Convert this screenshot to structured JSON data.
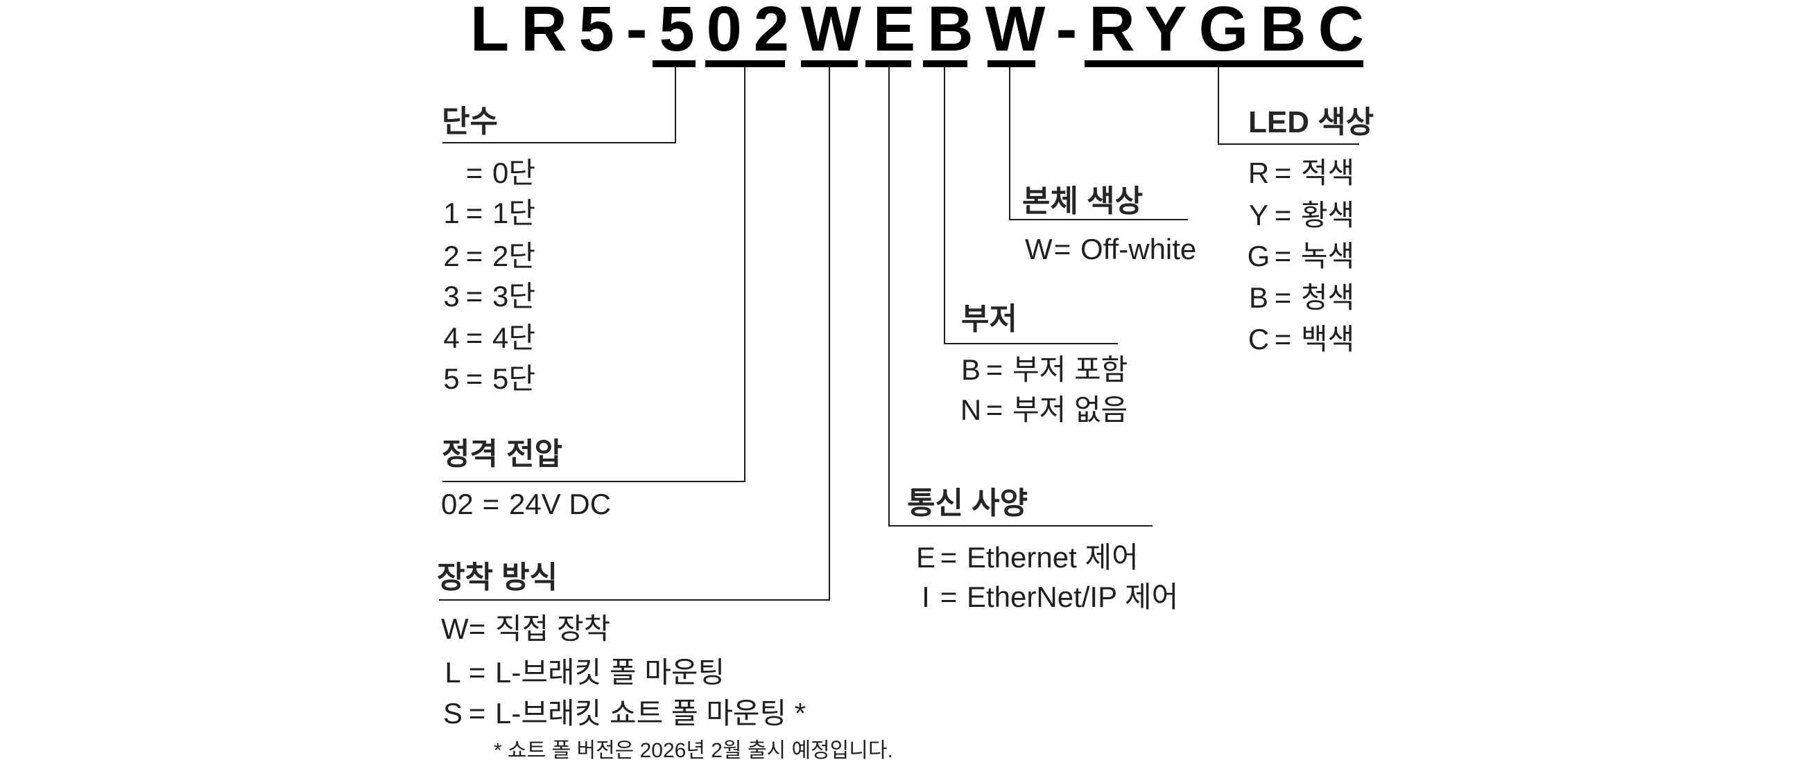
{
  "model": {
    "number": "LR5-502WEBW-RYGBC"
  },
  "equals_sign": "=",
  "sections": {
    "tiers": {
      "heading": "단수",
      "items": [
        {
          "code": "",
          "value": "0단"
        },
        {
          "code": "1",
          "value": "1단"
        },
        {
          "code": "2",
          "value": "2단"
        },
        {
          "code": "3",
          "value": "3단"
        },
        {
          "code": "4",
          "value": "4단"
        },
        {
          "code": "5",
          "value": "5단"
        }
      ]
    },
    "rated_voltage": {
      "heading": "정격 전압",
      "items": [
        {
          "code": "02",
          "value": "24V DC"
        }
      ]
    },
    "mounting": {
      "heading": "장착 방식",
      "items": [
        {
          "code": "W",
          "value": "직접 장착"
        },
        {
          "code": "L",
          "value": "L-브래킷 폴 마운팅"
        },
        {
          "code": "S",
          "value": "L-브래킷 쇼트 폴 마운팅 *"
        }
      ],
      "footnote": "* 쇼트 폴 버전은 2026년 2월 출시 예정입니다."
    },
    "communication": {
      "heading": "통신 사양",
      "items": [
        {
          "code": "E",
          "value": "Ethernet 제어"
        },
        {
          "code": "I",
          "value": "EtherNet/IP 제어"
        }
      ]
    },
    "buzzer": {
      "heading": "부저",
      "items": [
        {
          "code": "B",
          "value": "부저 포함"
        },
        {
          "code": "N",
          "value": "부저 없음"
        }
      ]
    },
    "body_color": {
      "heading": "본체 색상",
      "items": [
        {
          "code": "W",
          "value": "Off-white"
        }
      ]
    },
    "led_color": {
      "heading": "LED 색상",
      "items": [
        {
          "code": "R",
          "value": "적색"
        },
        {
          "code": "Y",
          "value": "황색"
        },
        {
          "code": "G",
          "value": "녹색"
        },
        {
          "code": "B",
          "value": "청색"
        },
        {
          "code": "C",
          "value": "백색"
        }
      ]
    }
  },
  "colors": {
    "background": "#ffffff",
    "title_text": "#000000",
    "heading_text": "#262626",
    "body_text": "#1f1f1f",
    "line": "#1c1c1c"
  }
}
